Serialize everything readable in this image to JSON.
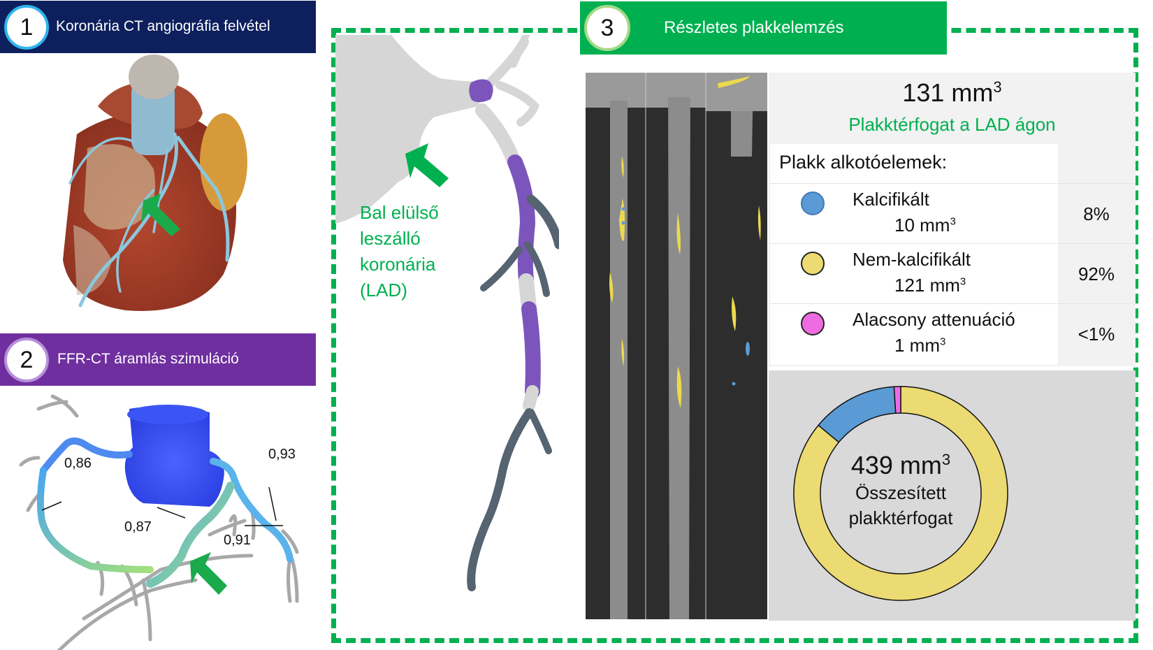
{
  "panels": [
    {
      "number": "1",
      "title": "Koronária CT angiográfia felvétel",
      "color": "#0d1f5c"
    },
    {
      "number": "2",
      "title": "FFR-CT áramlás szimuláció",
      "color": "#6f2f9f"
    },
    {
      "number": "3",
      "title": "Részletes plakkelemzés",
      "color": "#00b050"
    }
  ],
  "ffr_values": [
    "0,86",
    "0,87",
    "0,93",
    "0,91"
  ],
  "lad_label": {
    "lines": [
      "Bal elülső",
      "leszálló",
      "koronária",
      "(LAD)"
    ]
  },
  "plaque": {
    "lad_volume_value": "131 mm",
    "lad_volume_sup": "3",
    "lad_caption": "Plakktérfogat a LAD ágon",
    "table_title": "Plakk alkotóelemek:",
    "components": [
      {
        "name": "Kalcifikált",
        "volume": "10 mm",
        "sup": "3",
        "percent": "8%",
        "color": "#5b9bd5"
      },
      {
        "name": "Nem-kalcifikált",
        "volume": "121 mm",
        "sup": "3",
        "percent": "92%",
        "color": "#ecda72"
      },
      {
        "name": "Alacsony attenuáció",
        "volume": "1 mm",
        "sup": "3",
        "percent": "<1%",
        "color": "#ef6be2"
      }
    ],
    "total_value": "439 mm",
    "total_sup": "3",
    "total_line1": "Összesített",
    "total_line2": "plakktérfogat"
  },
  "chart_data": {
    "type": "pie",
    "donut": true,
    "title": "439 mm³ Összesített plakktérfogat",
    "slices": [
      {
        "label": "Nem-kalcifikált",
        "value": 86,
        "color": "#ecda72"
      },
      {
        "label": "Kalcifikált",
        "value": 13,
        "color": "#5b9bd5"
      },
      {
        "label": "Alacsony attenuáció",
        "value": 1,
        "color": "#ef6be2"
      }
    ],
    "start": "top, counter-clockwise for blue/pink"
  }
}
